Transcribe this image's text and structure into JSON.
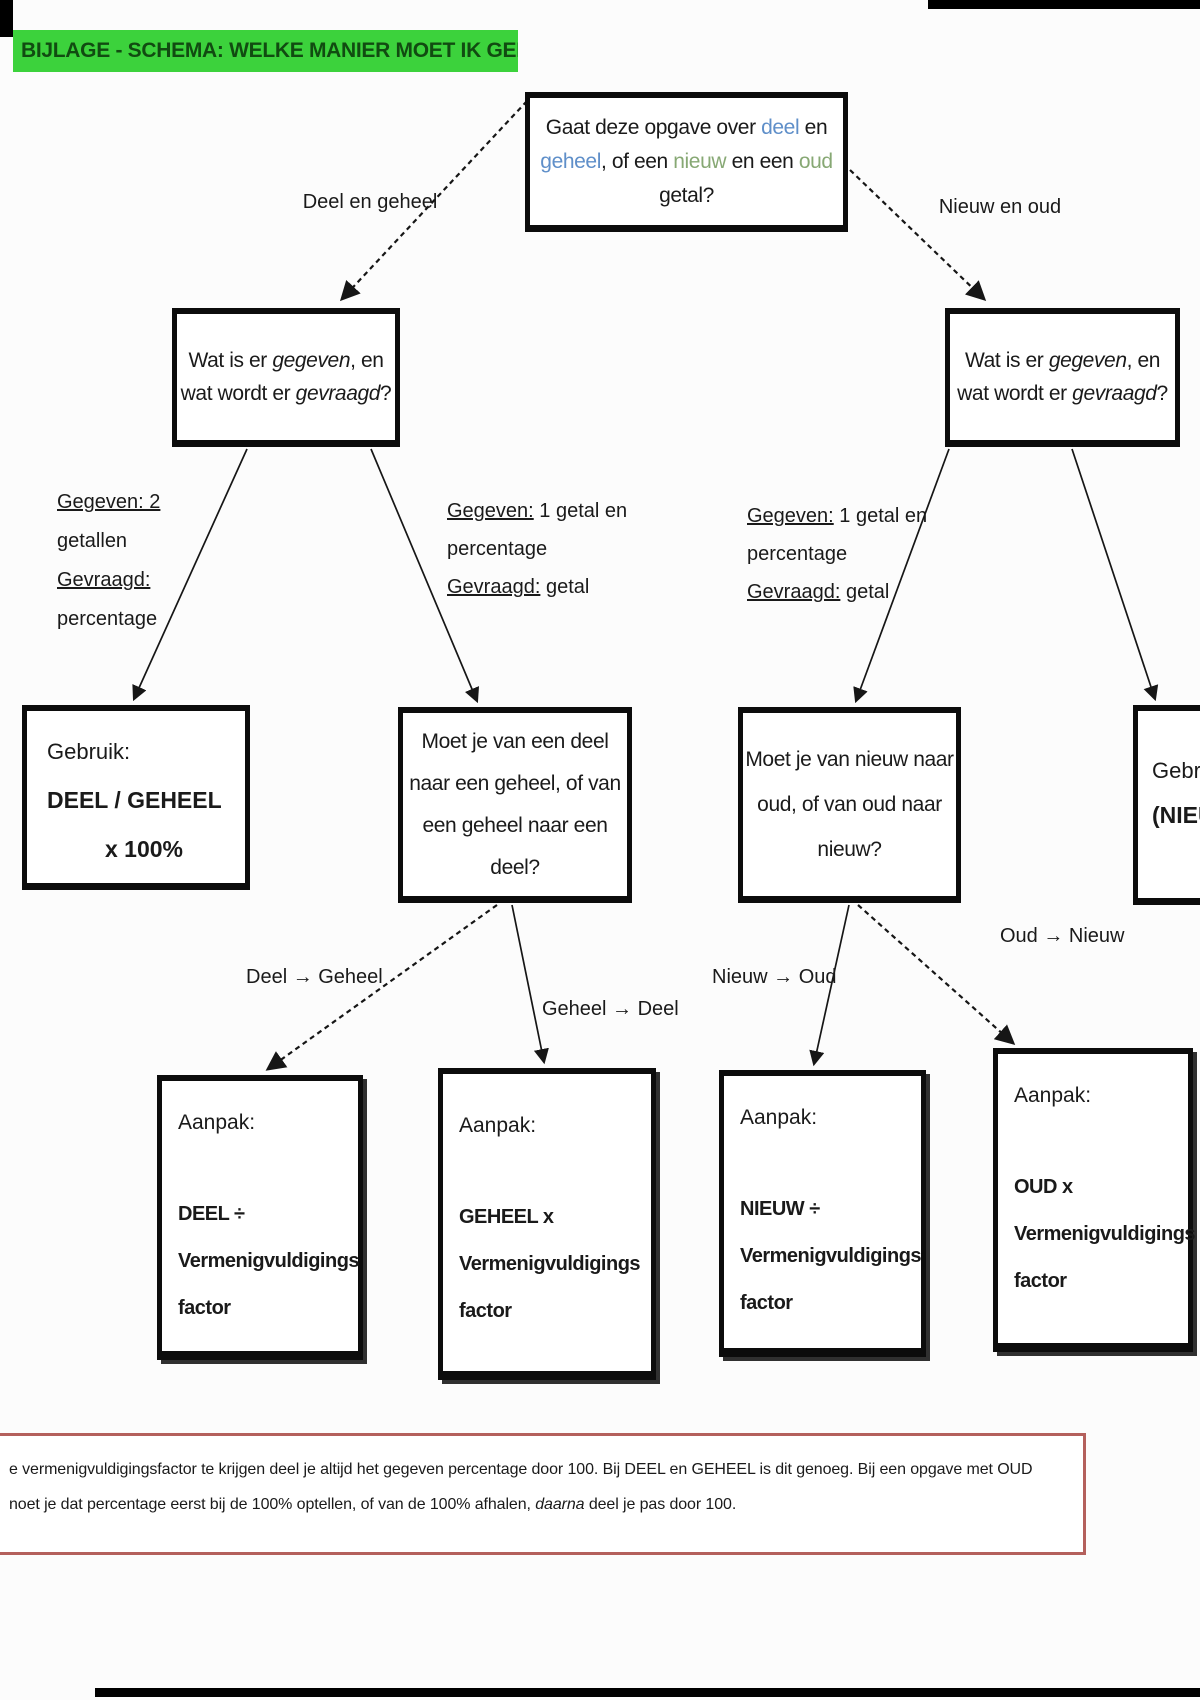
{
  "title": {
    "text": "BIJLAGE - SCHEMA: WELKE MANIER MOET IK GEBRUIKEN?"
  },
  "colors": {
    "highlight_green": "#3cd23c",
    "title_text": "#114b11",
    "blue_word": "#5f8fc9",
    "green_word": "#87a874",
    "box_border": "#0c0c0c",
    "note_border": "#b4605c"
  },
  "root_box": {
    "lines": [
      [
        {
          "t": "Gaat deze opgave over "
        },
        {
          "t": "deel",
          "s": "blue"
        },
        {
          "t": " en"
        }
      ],
      [
        {
          "t": "geheel",
          "s": "blue"
        },
        {
          "t": ", of een "
        },
        {
          "t": "nieuw",
          "s": "green"
        },
        {
          "t": " en een "
        },
        {
          "t": "oud",
          "s": "green"
        }
      ],
      [
        {
          "t": "getal?"
        }
      ]
    ]
  },
  "edge_labels": {
    "deel_en_geheel": "Deel en geheel",
    "nieuw_en_oud": "Nieuw en oud",
    "deel_to_geheel": "Deel → Geheel",
    "geheel_to_deel": "Geheel → Deel",
    "nieuw_to_oud": "Nieuw → Oud",
    "oud_to_nieuw": "Oud → Nieuw"
  },
  "question_boxes": {
    "left_given": {
      "lines": [
        [
          {
            "t": "Wat is er "
          },
          {
            "t": "gegeven",
            "s": "italic"
          },
          {
            "t": ", en"
          }
        ],
        [
          {
            "t": "wat wordt er "
          },
          {
            "t": "gevraagd",
            "s": "italic"
          },
          {
            "t": "?"
          }
        ]
      ]
    },
    "right_given": {
      "lines": [
        [
          {
            "t": "Wat is er "
          },
          {
            "t": "gegeven",
            "s": "italic"
          },
          {
            "t": ", en"
          }
        ],
        [
          {
            "t": "wat wordt er "
          },
          {
            "t": "gevraagd",
            "s": "italic"
          },
          {
            "t": "?"
          }
        ]
      ]
    },
    "deel_direction": {
      "lines": [
        "Moet je van een deel",
        "naar een geheel, of van",
        "een geheel naar een",
        "deel?"
      ]
    },
    "nieuw_direction": {
      "lines": [
        "Moet je van nieuw naar",
        "oud, of van oud naar",
        "nieuw?"
      ]
    }
  },
  "annotations": {
    "left": {
      "lines": [
        [
          {
            "t": "Gegeven: 2",
            "s": "underline"
          }
        ],
        [
          {
            "t": "getallen"
          }
        ],
        [
          {
            "t": "Gevraagd:",
            "s": "underline"
          }
        ],
        [
          {
            "t": "percentage"
          }
        ]
      ]
    },
    "middle": {
      "lines": [
        [
          {
            "t": "Gegeven:",
            "s": "underline"
          },
          {
            "t": " 1 getal en"
          }
        ],
        [
          {
            "t": "percentage"
          }
        ],
        [
          {
            "t": "Gevraagd:",
            "s": "underline"
          },
          {
            "t": " getal"
          }
        ]
      ]
    },
    "right": {
      "lines": [
        [
          {
            "t": "Gegeven:",
            "s": "underline"
          },
          {
            "t": " 1 getal en"
          }
        ],
        [
          {
            "t": "percentage"
          }
        ],
        [
          {
            "t": "Gevraagd:",
            "s": "underline"
          },
          {
            "t": " getal"
          }
        ]
      ]
    }
  },
  "result_boxes": {
    "gebruik_deel": {
      "lines": [
        "Gebruik:",
        [
          {
            "t": "DEEL / GEHEEL",
            "s": "bold"
          }
        ],
        [
          {
            "t": "x 100%",
            "s": "bold"
          }
        ]
      ]
    },
    "gebruik_nieuw": {
      "lines": [
        "Gebruik:",
        [
          {
            "t": "(NIEUW",
            "s": "bold"
          }
        ]
      ]
    },
    "aanpak_deel": {
      "label": "Aanpak:",
      "formula_lines": [
        "DEEL ÷",
        "Vermenigvuldigings",
        "factor"
      ]
    },
    "aanpak_geheel": {
      "label": "Aanpak:",
      "formula_lines": [
        "GEHEEL x",
        "Vermenigvuldigings",
        "factor"
      ]
    },
    "aanpak_nieuw": {
      "label": "Aanpak:",
      "formula_lines": [
        "NIEUW ÷",
        "Vermenigvuldigings",
        "factor"
      ]
    },
    "aanpak_oud": {
      "label": "Aanpak:",
      "formula_lines": [
        "OUD x",
        "Vermenigvuldigings",
        "factor"
      ]
    }
  },
  "note": {
    "lines": [
      [
        {
          "t": "e vermenigvuldigingsfactor te krijgen deel je altijd het gegeven percentage door 100. Bij DEEL en GEHEEL is dit genoeg. Bij een opgave met OUD"
        }
      ],
      [
        {
          "t": "noet je dat percentage eerst bij de 100% optellen, of van de 100% afhalen, "
        },
        {
          "t": "daarna",
          "s": "italic"
        },
        {
          "t": " deel je pas door 100."
        }
      ]
    ]
  }
}
